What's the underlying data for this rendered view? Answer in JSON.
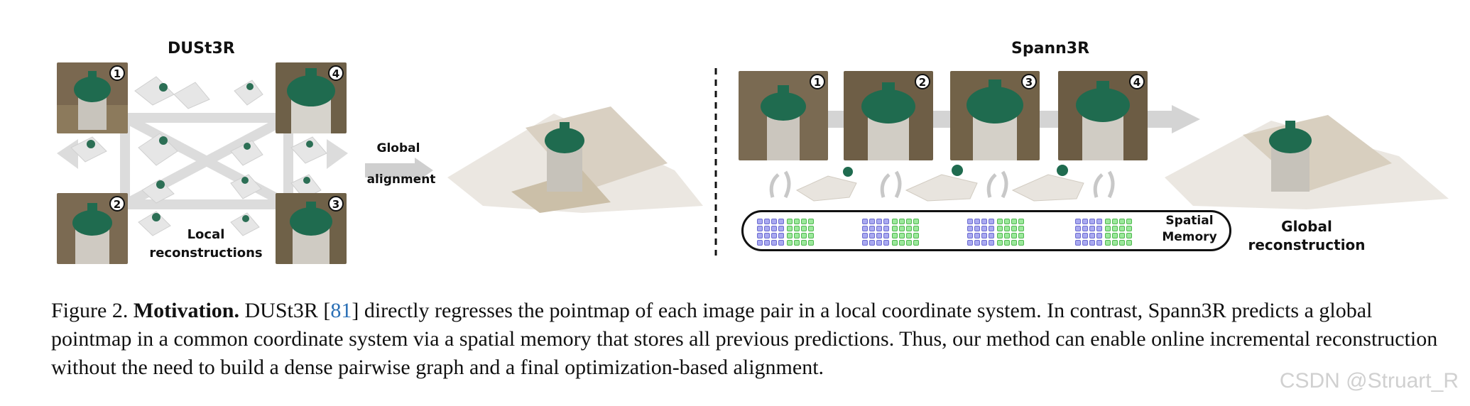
{
  "figure": {
    "left_title": "DUSt3R",
    "right_title": "Spann3R",
    "global_alignment_line1": "Global",
    "global_alignment_line2": "alignment",
    "local_recon_line1": "Local",
    "local_recon_line2": "reconstructions",
    "spatial_memory_line1": "Spatial",
    "spatial_memory_line2": "Memory",
    "global_recon_line1": "Global",
    "global_recon_line2": "reconstruction",
    "left_badges": [
      "1",
      "4",
      "2",
      "3"
    ],
    "right_badges": [
      "1",
      "2",
      "3",
      "4"
    ],
    "colors": {
      "hydrant_green": "#1f6b4f",
      "memory_blue": "#a9a9f0",
      "memory_green": "#9be89b",
      "arrow_gray": "#cfcfcf"
    }
  },
  "caption": {
    "prefix": "Figure 2. ",
    "bold": "Motivation.",
    "text_before_cite": " DUSt3R [",
    "cite": "81",
    "text_after_cite": "] directly regresses the pointmap of each image pair in a local coordinate system. In contrast, Spann3R predicts a global pointmap in a common coordinate system via a spatial memory that stores all previous predictions. Thus, our method can enable online incremental reconstruction without the need to build a dense pairwise graph and a final optimization-based alignment."
  },
  "watermark": "CSDN @Struart_R"
}
